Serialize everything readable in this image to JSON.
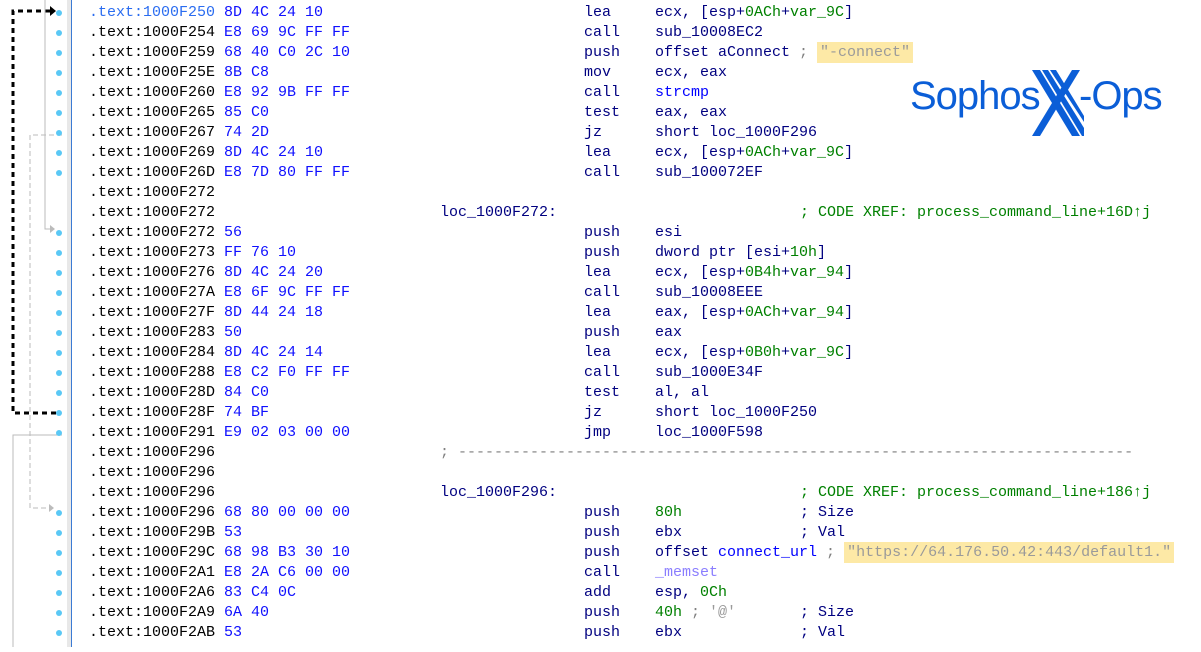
{
  "colors": {
    "accent": "#0b5ed7",
    "highlight": "#fde9a6",
    "bytes": "#1010ff",
    "mnemonic": "#000080",
    "number": "#008000",
    "comment": "#008000",
    "string": "#9a9a9a"
  },
  "logo": {
    "word1": "Sophos",
    "mark": "X",
    "word2": "-Ops"
  },
  "rows": [
    {
      "addr": ".text:1000F250",
      "bytes": "8D 4C 24 10",
      "mnem": "lea",
      "ops": [
        [
          "ecx, [esp+",
          ""
        ],
        [
          "0ACh",
          "n"
        ],
        [
          "+",
          ""
        ],
        [
          "var_9C",
          "n"
        ],
        [
          "]",
          ""
        ]
      ]
    },
    {
      "addr": ".text:1000F254",
      "bytes": "E8 69 9C FF FF",
      "mnem": "call",
      "ops": [
        [
          "sub_10008EC2",
          ""
        ]
      ]
    },
    {
      "addr": ".text:1000F259",
      "bytes": "68 40 C0 2C 10",
      "mnem": "push",
      "ops": [
        [
          "offset aConnect ",
          ""
        ],
        [
          "; ",
          "d"
        ],
        [
          "\"-connect\"",
          "hl"
        ]
      ]
    },
    {
      "addr": ".text:1000F25E",
      "bytes": "8B C8",
      "mnem": "mov",
      "ops": [
        [
          "ecx, eax",
          ""
        ]
      ]
    },
    {
      "addr": ".text:1000F260",
      "bytes": "E8 92 9B FF FF",
      "mnem": "call",
      "ops": [
        [
          "strcmp",
          "f"
        ]
      ]
    },
    {
      "addr": ".text:1000F265",
      "bytes": "85 C0",
      "mnem": "test",
      "ops": [
        [
          "eax, eax",
          ""
        ]
      ]
    },
    {
      "addr": ".text:1000F267",
      "bytes": "74 2D",
      "mnem": "jz",
      "ops": [
        [
          "short loc_1000F296",
          ""
        ]
      ]
    },
    {
      "addr": ".text:1000F269",
      "bytes": "8D 4C 24 10",
      "mnem": "lea",
      "ops": [
        [
          "ecx, [esp+",
          ""
        ],
        [
          "0ACh",
          "n"
        ],
        [
          "+",
          ""
        ],
        [
          "var_9C",
          "n"
        ],
        [
          "]",
          ""
        ]
      ]
    },
    {
      "addr": ".text:1000F26D",
      "bytes": "E8 7D 80 FF FF",
      "mnem": "call",
      "ops": [
        [
          "sub_100072EF",
          ""
        ]
      ]
    },
    {
      "addr": ".text:1000F272"
    },
    {
      "addr": ".text:1000F272",
      "label": "loc_1000F272:",
      "comment": "; CODE XREF: process_command_line+16D↑j",
      "ccls": "g"
    },
    {
      "addr": ".text:1000F272",
      "bytes": "56",
      "mnem": "push",
      "ops": [
        [
          "esi",
          ""
        ]
      ]
    },
    {
      "addr": ".text:1000F273",
      "bytes": "FF 76 10",
      "mnem": "push",
      "ops": [
        [
          "dword ptr [esi+",
          ""
        ],
        [
          "10h",
          "n"
        ],
        [
          "]",
          ""
        ]
      ]
    },
    {
      "addr": ".text:1000F276",
      "bytes": "8D 4C 24 20",
      "mnem": "lea",
      "ops": [
        [
          "ecx, [esp+",
          ""
        ],
        [
          "0B4h",
          "n"
        ],
        [
          "+",
          ""
        ],
        [
          "var_94",
          "n"
        ],
        [
          "]",
          ""
        ]
      ]
    },
    {
      "addr": ".text:1000F27A",
      "bytes": "E8 6F 9C FF FF",
      "mnem": "call",
      "ops": [
        [
          "sub_10008EEE",
          ""
        ]
      ]
    },
    {
      "addr": ".text:1000F27F",
      "bytes": "8D 44 24 18",
      "mnem": "lea",
      "ops": [
        [
          "eax, [esp+",
          ""
        ],
        [
          "0ACh",
          "n"
        ],
        [
          "+",
          ""
        ],
        [
          "var_94",
          "n"
        ],
        [
          "]",
          ""
        ]
      ]
    },
    {
      "addr": ".text:1000F283",
      "bytes": "50",
      "mnem": "push",
      "ops": [
        [
          "eax",
          ""
        ]
      ]
    },
    {
      "addr": ".text:1000F284",
      "bytes": "8D 4C 24 14",
      "mnem": "lea",
      "ops": [
        [
          "ecx, [esp+",
          ""
        ],
        [
          "0B0h",
          "n"
        ],
        [
          "+",
          ""
        ],
        [
          "var_9C",
          "n"
        ],
        [
          "]",
          ""
        ]
      ]
    },
    {
      "addr": ".text:1000F288",
      "bytes": "E8 C2 F0 FF FF",
      "mnem": "call",
      "ops": [
        [
          "sub_1000E34F",
          ""
        ]
      ]
    },
    {
      "addr": ".text:1000F28D",
      "bytes": "84 C0",
      "mnem": "test",
      "ops": [
        [
          "al, al",
          ""
        ]
      ]
    },
    {
      "addr": ".text:1000F28F",
      "bytes": "74 BF",
      "mnem": "jz",
      "ops": [
        [
          "short loc_1000F250",
          ""
        ]
      ]
    },
    {
      "addr": ".text:1000F291",
      "bytes": "E9 02 03 00 00",
      "mnem": "jmp",
      "ops": [
        [
          "loc_1000F598",
          ""
        ]
      ]
    },
    {
      "addr": ".text:1000F296",
      "label": "; ---------------------------------------------------------------------------",
      "lcls": "d"
    },
    {
      "addr": ".text:1000F296"
    },
    {
      "addr": ".text:1000F296",
      "label": "loc_1000F296:",
      "comment": "; CODE XREF: process_command_line+186↑j",
      "ccls": "g"
    },
    {
      "addr": ".text:1000F296",
      "bytes": "68 80 00 00 00",
      "mnem": "push",
      "ops": [
        [
          "80h",
          "n"
        ]
      ],
      "comment": "; Size"
    },
    {
      "addr": ".text:1000F29B",
      "bytes": "53",
      "mnem": "push",
      "ops": [
        [
          "ebx",
          ""
        ]
      ],
      "comment": "; Val"
    },
    {
      "addr": ".text:1000F29C",
      "bytes": "68 98 B3 30 10",
      "mnem": "push",
      "ops": [
        [
          "offset ",
          ""
        ],
        [
          "connect_url",
          "f"
        ],
        [
          " ; ",
          "d"
        ],
        [
          "\"https://64.176.50.42:443/default1.\"",
          "hl"
        ]
      ]
    },
    {
      "addr": ".text:1000F2A1",
      "bytes": "E8 2A C6 00 00",
      "mnem": "call",
      "ops": [
        [
          "_memset",
          "i"
        ]
      ]
    },
    {
      "addr": ".text:1000F2A6",
      "bytes": "83 C4 0C",
      "mnem": "add",
      "ops": [
        [
          "esp, ",
          ""
        ],
        [
          "0Ch",
          "n"
        ]
      ]
    },
    {
      "addr": ".text:1000F2A9",
      "bytes": "6A 40",
      "mnem": "push",
      "ops": [
        [
          "40h",
          "n"
        ],
        [
          " ; ",
          "d"
        ],
        [
          "'@'",
          "s"
        ]
      ],
      "comment": "; Size"
    },
    {
      "addr": ".text:1000F2AB",
      "bytes": "53",
      "mnem": "push",
      "ops": [
        [
          "ebx",
          ""
        ]
      ],
      "comment": "; Val"
    }
  ]
}
